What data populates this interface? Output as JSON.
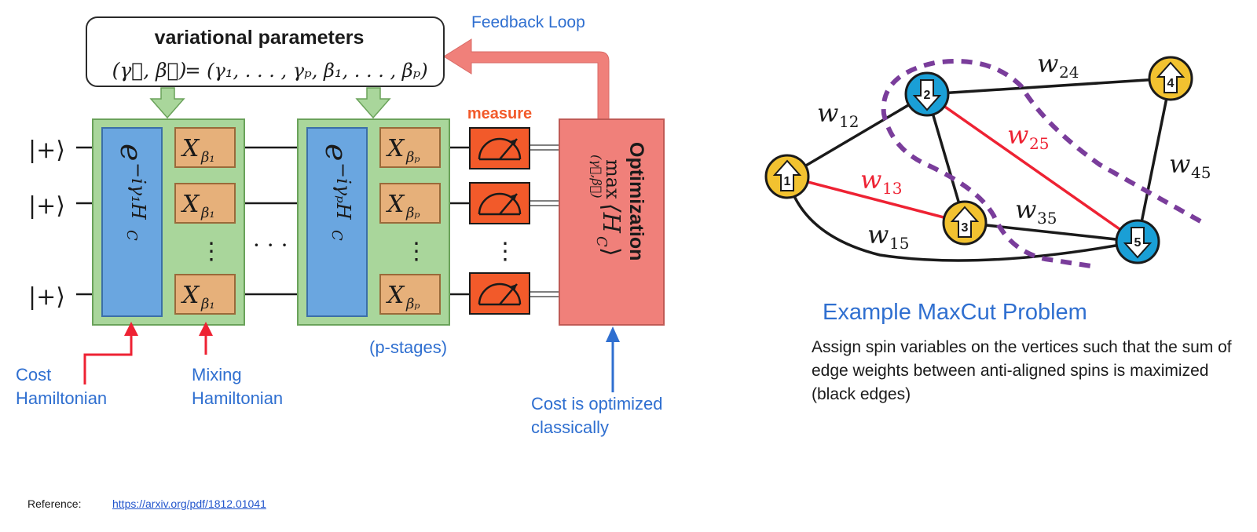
{
  "left": {
    "params_title": "variational parameters",
    "params_eq_lhs": "(γ⃗, β⃗)",
    "params_eq_rhs": "= (γ₁, . . . , γₚ, β₁, . . . , βₚ)",
    "feedback_label": "Feedback Loop",
    "measure_label": "measure",
    "optimization_label": "Optimization",
    "opt_max": "max",
    "opt_sub": "(γ⃗,β⃗)",
    "opt_exp": "⟨H",
    "opt_exp_sub": "C",
    "opt_exp_close": "⟩",
    "state": "|+⟩",
    "cost_gate_1": "e",
    "cost_gate_1_exp": "−iγ₁H",
    "cost_gate_1_sub": "C",
    "cost_gate_p_exp": "−iγₚH",
    "mix_x": "X",
    "mix_sub_1": "β₁",
    "mix_sub_p": "βₚ",
    "dots_h": "· · ·",
    "dots_v": "⋮",
    "p_stages": "(p-stages)",
    "cost_hamiltonian": "Cost\nHamiltonian",
    "mixing_hamiltonian": "Mixing\nHamiltonian",
    "cost_optimized": "Cost is optimized\nclassically"
  },
  "right": {
    "title": "Example MaxCut Problem",
    "description": "Assign spin variables on the vertices such that the sum of edge weights between anti-aligned spins is maximized (black edges)",
    "nodes": [
      {
        "id": "1",
        "spin": "up"
      },
      {
        "id": "2",
        "spin": "down"
      },
      {
        "id": "3",
        "spin": "up"
      },
      {
        "id": "4",
        "spin": "up"
      },
      {
        "id": "5",
        "spin": "down"
      }
    ],
    "edge_labels": {
      "w12": "w",
      "w12_sub": "12",
      "w24": "w",
      "w24_sub": "24",
      "w25": "w",
      "w25_sub": "25",
      "w13": "w",
      "w13_sub": "13",
      "w35": "w",
      "w35_sub": "35",
      "w45": "w",
      "w45_sub": "45",
      "w15": "w",
      "w15_sub": "15"
    }
  },
  "reference": {
    "label": "Reference:",
    "link": "https://arxiv.org/pdf/1812.01041"
  },
  "colors": {
    "green_block": "#a9d69b",
    "blue_gate": "#6aa6e0",
    "tan_gate": "#e6b07a",
    "measure_orange": "#f25a2a",
    "opt_red": "#f0807a",
    "label_blue": "#2f6fd0",
    "red_edge": "#ee2233",
    "cut_purple": "#7a3d9b",
    "node_yellow": "#f2c230",
    "node_blue": "#1a9fd6"
  }
}
